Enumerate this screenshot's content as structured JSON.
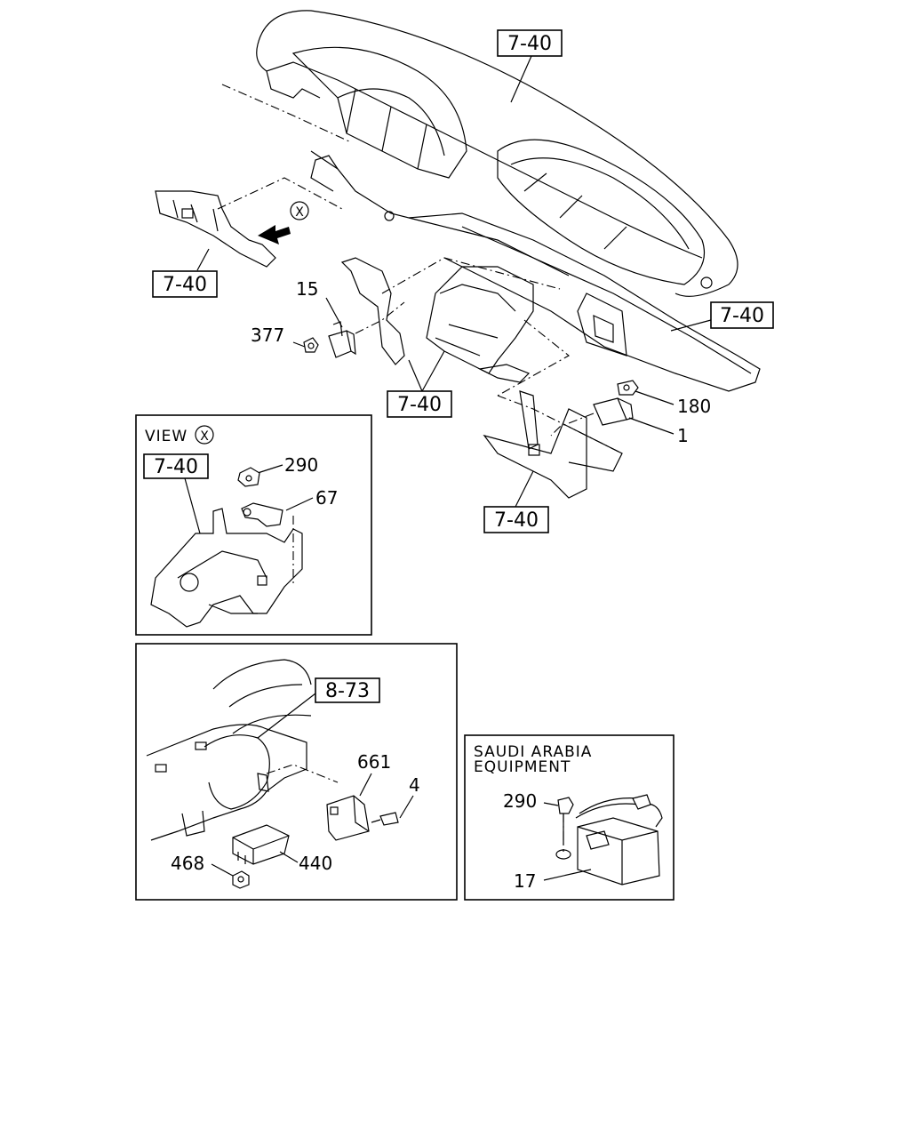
{
  "refs": {
    "r1": "7-40",
    "r2": "7-40",
    "r3": "7-40",
    "r4": "7-40",
    "r5": "7-40",
    "r6": "7-40",
    "r7": "8-73"
  },
  "parts": {
    "p15": "15",
    "p377": "377",
    "p180": "180",
    "p1": "1",
    "p290a": "290",
    "p67": "67",
    "p661": "661",
    "p4": "4",
    "p468": "468",
    "p440": "440",
    "p290b": "290",
    "p17": "17"
  },
  "view_label": "VIEW",
  "view_marker": "X",
  "inset_title_line1": "SAUDI ARABIA",
  "inset_title_line2": "EQUIPMENT"
}
